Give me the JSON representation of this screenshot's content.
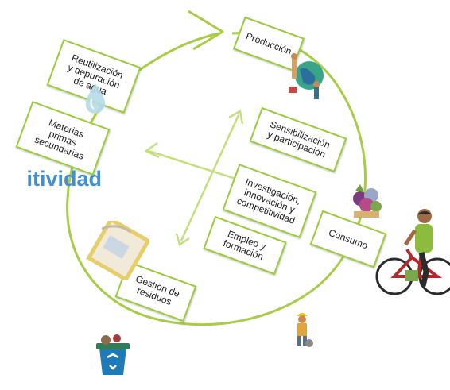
{
  "diagram": {
    "heading_fragment": "itividad",
    "boxes": [
      {
        "id": "produccion",
        "label": "Producción"
      },
      {
        "id": "reutilizacion",
        "label": "Reutilización\ny depuración\nde agua"
      },
      {
        "id": "materias",
        "label": "Materias\nprimas\nsecundarias"
      },
      {
        "id": "sensibilizacion",
        "label": "Sensibilización\ny participación"
      },
      {
        "id": "investigacion",
        "label": "Investigación,\ninnovación y\ncompetitividad"
      },
      {
        "id": "empleo",
        "label": "Empleo y\nformación"
      },
      {
        "id": "consumo",
        "label": "Consumo"
      },
      {
        "id": "gestion",
        "label": "Gestión de\nresiduos"
      }
    ],
    "icons": [
      "globe-people-icon",
      "water-drop-icon",
      "fruit-basket-icon",
      "cyclist-icon",
      "compost-bag-icon",
      "recycling-bin-icon",
      "worker-icon"
    ],
    "colors": {
      "cycle": "#a6cd45",
      "arrow": "#b9dc6e",
      "box_border": "#9acb3c",
      "heading": "#3f8fd3"
    }
  }
}
